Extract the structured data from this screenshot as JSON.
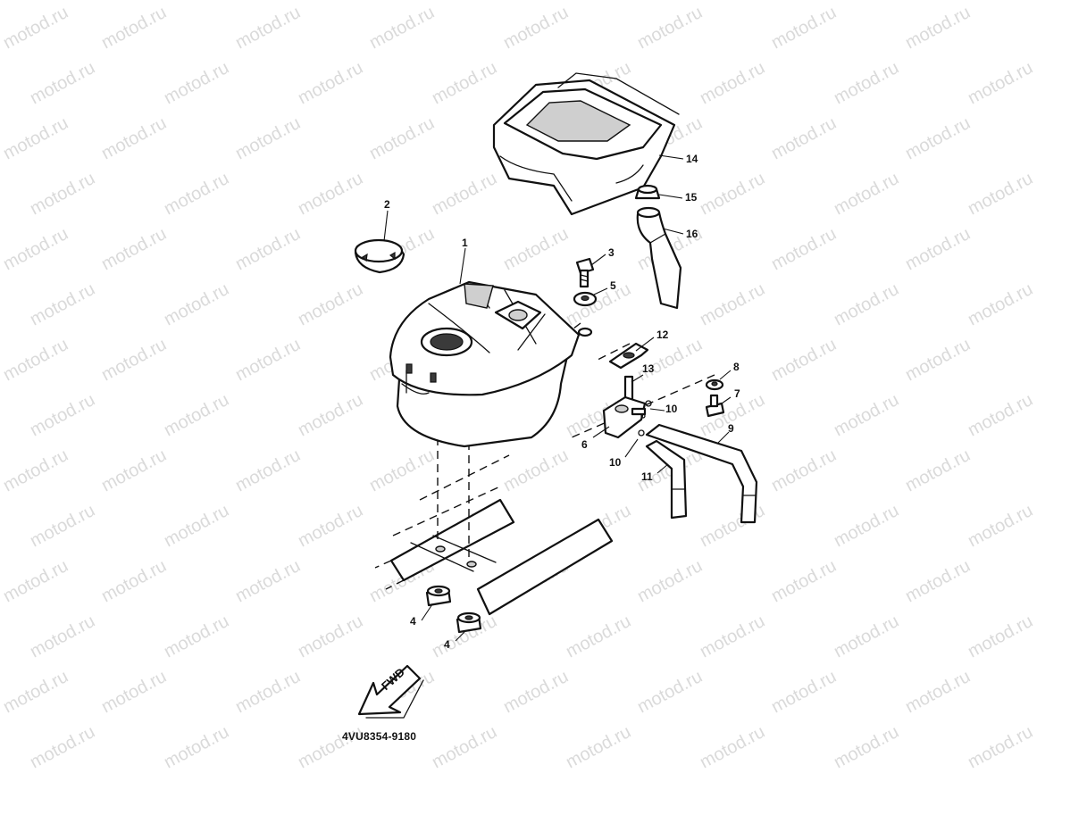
{
  "watermark_text": "motod.ru",
  "drawing_code": "4VU8354-9180",
  "direction_label": "FWD",
  "callouts": {
    "c1": "1",
    "c2": "2",
    "c3": "3",
    "c4a": "4",
    "c4b": "4",
    "c5": "5",
    "c6": "6",
    "c7": "7",
    "c8": "8",
    "c9": "9",
    "c10a": "10",
    "c10b": "10",
    "c11": "11",
    "c12": "12",
    "c13": "13",
    "c14": "14",
    "c15": "15",
    "c16": "16"
  }
}
